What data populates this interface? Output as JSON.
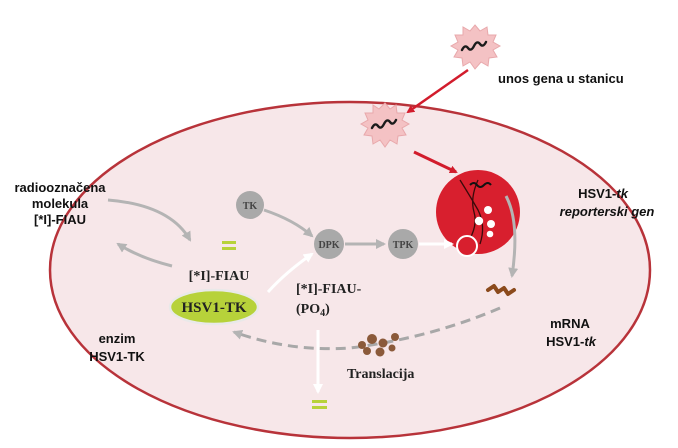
{
  "labels": {
    "gene_entry": "unos gena u stanicu",
    "radiolabeled_line1": "radiooznačena",
    "radiolabeled_line2": "molekula",
    "radiolabeled_line3": "[*I]-FIAU",
    "reporter_line1_a": "HSV1-",
    "reporter_line1_b": "tk",
    "reporter_line2": "reporterski gen",
    "enzyme_line1": "enzim",
    "enzyme_line2": "HSV1-TK",
    "mrna_line1": "mRNA",
    "mrna_line2_a": "HSV1-",
    "mrna_line2_b": "tk",
    "fiau_inside": "[*I]-FIAU",
    "hsv1tk_enzyme": "HSV1-TK",
    "fiau_po4_line1": "[*I]-FIAU-",
    "fiau_po4_line2_a": "(PO",
    "fiau_po4_line2_sub": "4",
    "fiau_po4_line2_b": ")",
    "translation": "Translacija",
    "tk": "TK",
    "dpk": "DPK",
    "tpk": "TPK"
  },
  "colors": {
    "cell_border": "#b8333a",
    "cell_fill": "#f7e7e9",
    "nucleus": "#d81f2e",
    "virus": "#f4c2c4",
    "arrow_red": "#d21c2c",
    "arrow_gray": "#b4b4b4",
    "node_gray": "#a9a9a9",
    "enzyme_green": "#b7d23a",
    "mrna_brown": "#8b4a1c"
  }
}
